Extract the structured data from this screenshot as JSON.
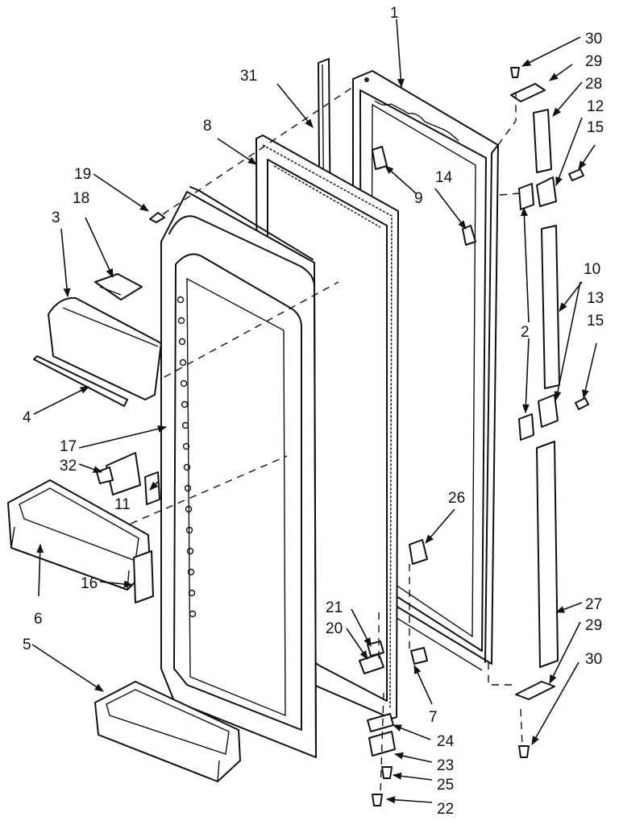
{
  "labels": [
    "1",
    "2",
    "3",
    "4",
    "5",
    "6",
    "7",
    "8",
    "9",
    "10",
    "11",
    "12",
    "13",
    "14",
    "15",
    "15",
    "16",
    "17",
    "18",
    "19",
    "20",
    "21",
    "22",
    "23",
    "24",
    "25",
    "26",
    "27",
    "28",
    "29",
    "29",
    "30",
    "30",
    "31",
    "32"
  ]
}
